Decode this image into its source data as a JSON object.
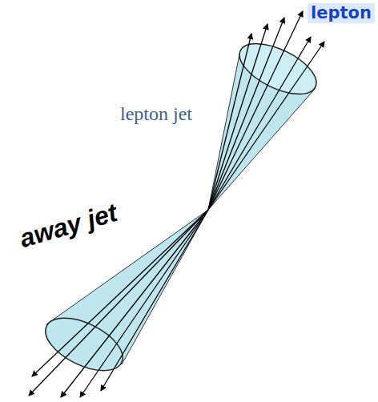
{
  "diagram": {
    "labels": [
      "lepton",
      "lepton jet",
      "away jet"
    ]
  }
}
